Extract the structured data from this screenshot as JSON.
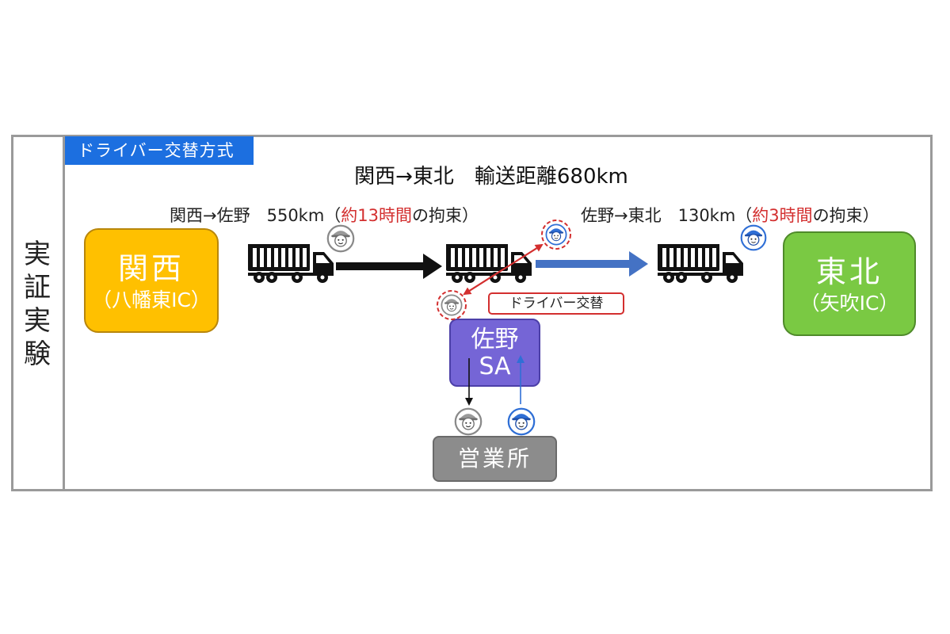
{
  "side_label": "実\n証\n実\n験",
  "method_tab": "ドライバー交替方式",
  "main_title": "関西→東北　輸送距離680km",
  "leg1": {
    "route": "関西→佐野　550km（",
    "duration": "約13時間",
    "suffix": "の拘束）"
  },
  "leg2": {
    "route": "佐野→東北　130km（",
    "duration": "約3時間",
    "suffix": "の拘束）"
  },
  "origin": {
    "name": "関西",
    "sub": "（八幡東IC）"
  },
  "destination": {
    "name": "東北",
    "sub": "（矢吹IC）"
  },
  "relay": {
    "line1": "佐野",
    "line2": "SA"
  },
  "office": "営業所",
  "swap_label": "ドライバー交替",
  "colors": {
    "tab_blue": "#1c6fe0",
    "origin_yellow": "#ffc000",
    "destination_green": "#7ac943",
    "relay_purple": "#7565d6",
    "office_gray": "#8c8c8c",
    "leg2_arrow_blue": "#4472c4",
    "highlight_red": "#d32f2f"
  }
}
